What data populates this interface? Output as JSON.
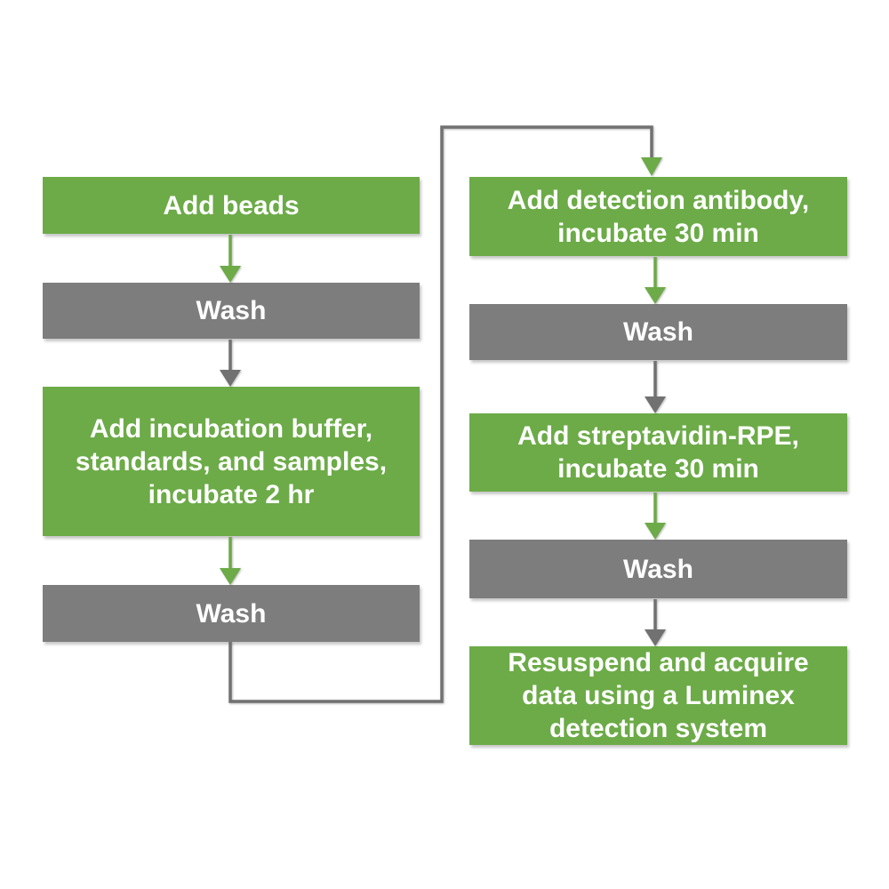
{
  "colors": {
    "step_green": "#6CAB47",
    "wash_gray": "#7D7D7D",
    "arrow_gray": "#717171",
    "text_white": "#FFFFFF",
    "background": "#FFFFFF"
  },
  "flow": {
    "left": [
      {
        "id": "add-beads",
        "label": "Add beads",
        "color": "green"
      },
      {
        "id": "wash-1",
        "label": "Wash",
        "color": "gray"
      },
      {
        "id": "add-incubation-buffer",
        "label": "Add incubation buffer,\nstandards, and samples,\nincubate 2 hr",
        "color": "green"
      },
      {
        "id": "wash-2",
        "label": "Wash",
        "color": "gray"
      }
    ],
    "right": [
      {
        "id": "add-detection-antibody",
        "label": "Add detection antibody,\nincubate 30 min",
        "color": "green"
      },
      {
        "id": "wash-3",
        "label": "Wash",
        "color": "gray"
      },
      {
        "id": "add-streptavidin-rpe",
        "label": "Add streptavidin-RPE,\nincubate 30 min",
        "color": "green"
      },
      {
        "id": "wash-4",
        "label": "Wash",
        "color": "gray"
      },
      {
        "id": "resuspend-acquire-data",
        "label": "Resuspend and acquire\ndata using a Luminex\ndetection system",
        "color": "green"
      }
    ]
  }
}
